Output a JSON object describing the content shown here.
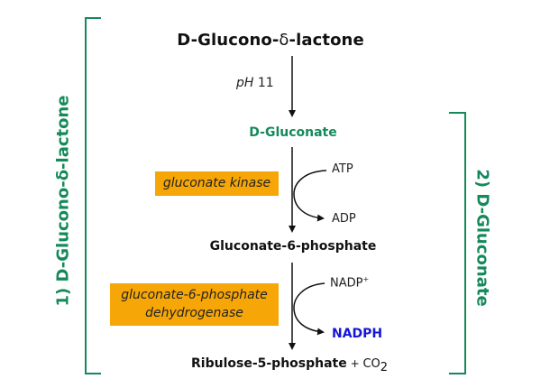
{
  "title": {
    "prefix": "D-Glucono-",
    "delta": "δ",
    "suffix": "-lactone"
  },
  "step1_condition": {
    "ph_label": "pH",
    "ph_value": " 11"
  },
  "intermediate": "D-Gluconate",
  "enzyme1": "gluconate kinase",
  "cofactor1_in": "ATP",
  "cofactor1_out": "ADP",
  "product1": "Gluconate-6-phosphate",
  "enzyme2_line1": "gluconate-6-phosphate",
  "enzyme2_line2": "dehydrogenase",
  "cofactor2_in": "NADP",
  "cofactor2_in_charge": "+",
  "cofactor2_out": "NADPH",
  "final_product": "Ribulose-5-phosphate",
  "final_plus": " + ",
  "final_co2": "CO",
  "final_co2_sub": "2",
  "bracket_left_label": "1) D-Glucono-δ-lactone",
  "bracket_right_label": "2) D-Gluconate",
  "colors": {
    "accent_green": "#148a5a",
    "enzyme_box": "#f6a606",
    "nadph_blue": "#1515d8"
  }
}
